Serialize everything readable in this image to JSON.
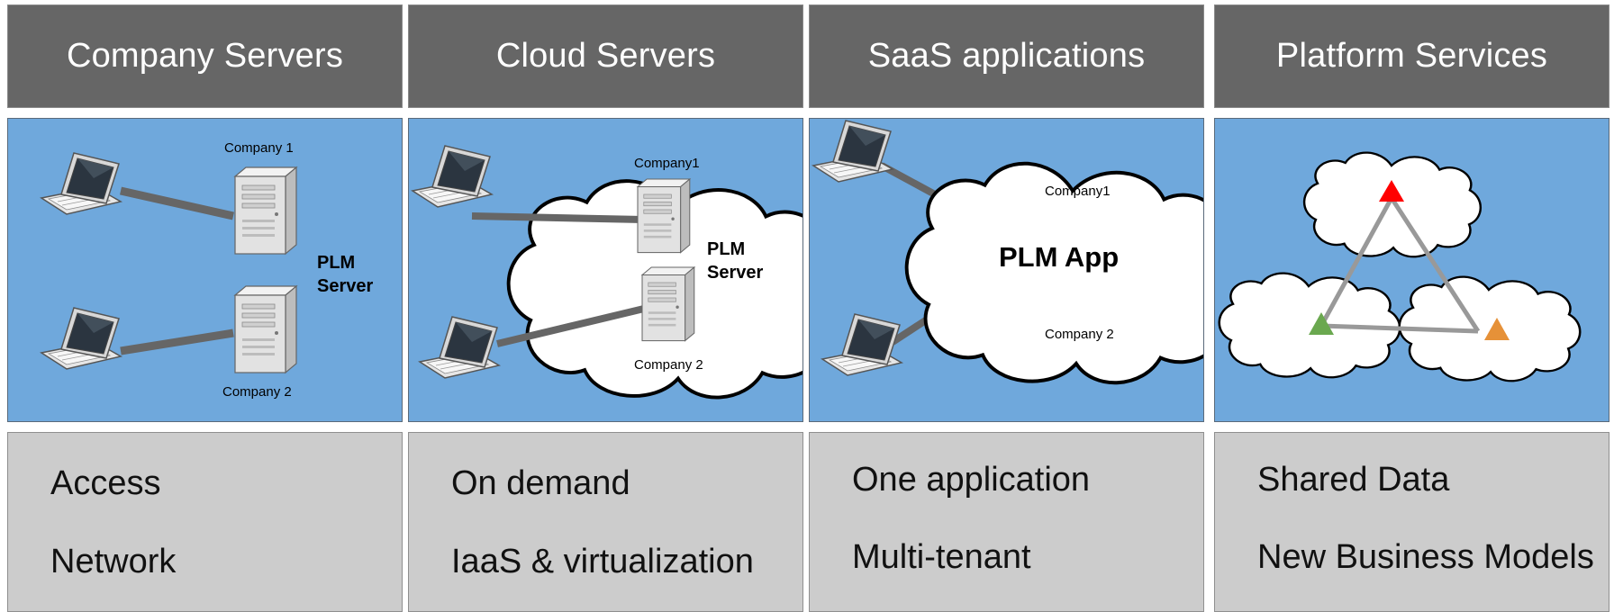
{
  "columns": [
    {
      "title": "Company Servers",
      "diagram": {
        "labels": {
          "company1": "Company 1",
          "company2": "Company 2",
          "plm_line1": "PLM",
          "plm_line2": "Server"
        }
      },
      "features": [
        "Access",
        "Network"
      ]
    },
    {
      "title": "Cloud Servers",
      "diagram": {
        "labels": {
          "company1": "Company1",
          "company2": "Company 2",
          "plm_line1": "PLM",
          "plm_line2": "Server"
        }
      },
      "features": [
        "On demand",
        "IaaS & virtualization"
      ]
    },
    {
      "title": "SaaS applications",
      "diagram": {
        "labels": {
          "company1": "Company1",
          "company2": "Company 2",
          "app": "PLM App"
        }
      },
      "features": [
        "One application",
        "Multi-tenant"
      ]
    },
    {
      "title": "Platform Services",
      "diagram": {
        "node_colors": {
          "top": "#ff0000",
          "left": "#6aa84f",
          "right": "#e69138"
        }
      },
      "features": [
        "Shared Data",
        "New Business Models"
      ]
    }
  ],
  "colors": {
    "header_bg": "#666666",
    "panel_bg": "#6fa8dc",
    "info_bg": "#cccccc",
    "connector": "#666666",
    "platform_link": "#999999"
  }
}
